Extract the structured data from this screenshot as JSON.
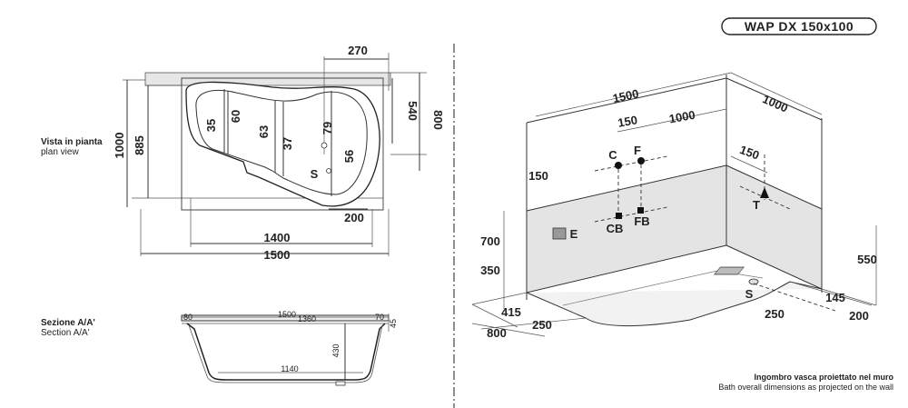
{
  "model_title": "WAP DX 150x100",
  "plan": {
    "label_it": "Vista in pianta",
    "label_en": "plan view",
    "dims": {
      "top_270": "270",
      "right_540": "540",
      "right_800": "800",
      "left_1000": "1000",
      "left_885": "885",
      "inner_35": "35",
      "inner_60": "60",
      "inner_63": "63",
      "inner_37": "37",
      "inner_79": "79",
      "inner_56": "56",
      "outlet_s": "S",
      "bottom_200": "200",
      "bottom_1400": "1400",
      "bottom_1500": "1500"
    }
  },
  "section": {
    "label_it": "Sezione A/A'",
    "label_en": "Section A/A'",
    "dims": {
      "top_80": "80",
      "top_1500": "1500",
      "top_1360": "1360",
      "top_70": "70",
      "side_45": "45",
      "height_430": "430",
      "bottom_1140": "1140"
    }
  },
  "iso": {
    "dims": {
      "top_1500": "1500",
      "top_1000": "1000",
      "mid_150": "150",
      "mid_1000": "1000",
      "left_150": "150",
      "right_150": "150",
      "height_700": "700",
      "height_350": "350",
      "height_550": "550",
      "base_415": "415",
      "base_250_left": "250",
      "base_800": "800",
      "base_250_right": "250",
      "base_145": "145",
      "base_200": "200"
    },
    "points": {
      "c": "C",
      "f": "F",
      "cb": "CB",
      "fb": "FB",
      "e": "E",
      "t": "T",
      "s": "S"
    },
    "caption_it": "Ingombro vasca proiettato nel muro",
    "caption_en": "Bath overall dimensions as projected on the wall"
  }
}
